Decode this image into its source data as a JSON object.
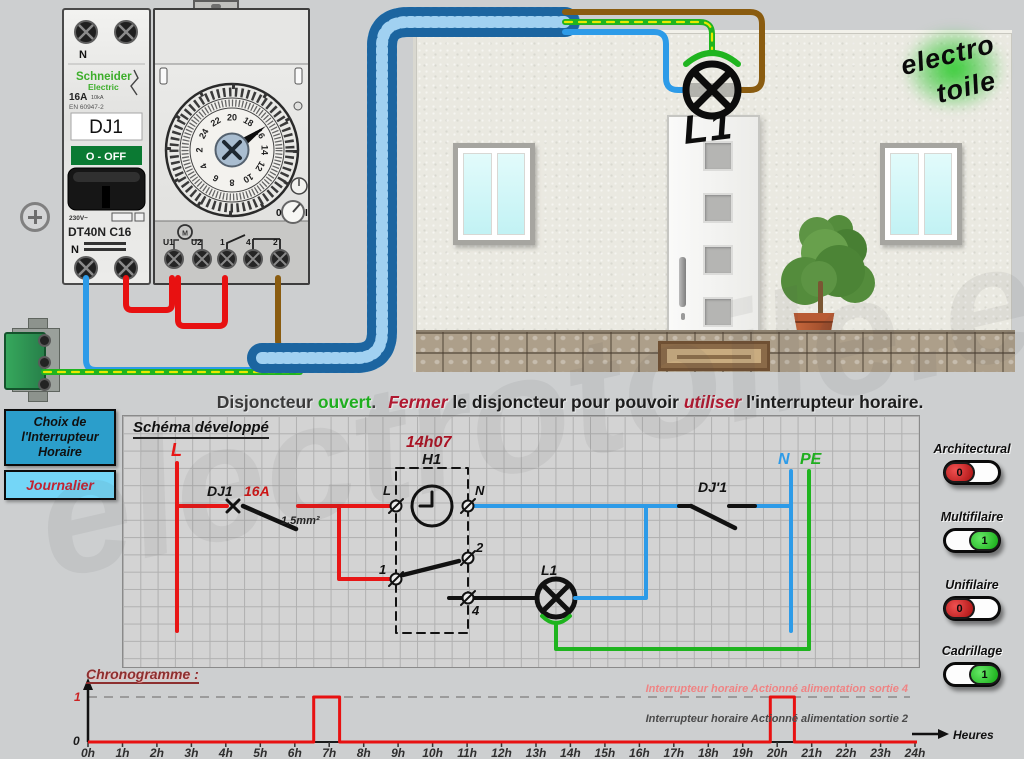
{
  "device_panel": {
    "breaker": {
      "terminal_label_top": "N",
      "brand_line1": "Schneider",
      "brand_line2": "Electric",
      "rating": "16A",
      "breaking_capacity": "10kA",
      "standard": "EN 60947-2",
      "name_label": "DJ1",
      "state_label": "O - OFF",
      "voltage": "230V~",
      "model": "DT40N C16",
      "terminal_label_bottom": "N"
    },
    "timer": {
      "dial_hours": [
        "2",
        "4",
        "6",
        "8",
        "10",
        "12",
        "14",
        "16",
        "18",
        "20",
        "22",
        "24"
      ],
      "motor_label": "M",
      "terminals": [
        "U1",
        "U2",
        "1",
        "4",
        "2"
      ],
      "selector_off": "0",
      "selector_on": "I"
    }
  },
  "house": {
    "lamp_label": "L1",
    "logo_line1": "electro",
    "logo_line2": "toile"
  },
  "status_message": {
    "segments": [
      {
        "text": "Disjoncteur "
      },
      {
        "text": "ouvert"
      },
      {
        "text": "."
      },
      {
        "text": "Fermer"
      },
      {
        "text": " le disjoncteur pour pouvoir "
      },
      {
        "text": "utiliser"
      },
      {
        "text": " l'interrupteur horaire."
      }
    ]
  },
  "left_panel": {
    "chooser_title": "Choix de l'Interrupteur Horaire",
    "mode_button": "Journalier"
  },
  "schema": {
    "title": "Schéma développé",
    "phase_label": "L",
    "breaker_label": "DJ1",
    "breaker_rating": "16A",
    "wire_section": "1,5mm²",
    "time_display": "14h07",
    "timer_label": "H1",
    "timer_terminal_l": "L",
    "timer_terminal_n": "N",
    "terminal_1": "1",
    "terminal_2": "2",
    "terminal_4": "4",
    "lamp_label": "L1",
    "breaker2_label": "DJ'1",
    "neutral_label": "N",
    "pe_label": "PE"
  },
  "view_toggles": [
    {
      "label": "Architectural",
      "value": "0",
      "on": false
    },
    {
      "label": "Multifilaire",
      "value": "1",
      "on": true
    },
    {
      "label": "Unifilaire",
      "value": "0",
      "on": false
    },
    {
      "label": "Cadrillage",
      "value": "1",
      "on": true
    }
  ],
  "chronogram": {
    "title": "Chronogramme :",
    "level_high": "1",
    "level_low": "0",
    "series4_label": "Interrupteur horaire Actionné alimentation sortie 4",
    "series2_label": "Interrupteur horaire Actionné alimentation sortie 2",
    "axis_label": "Heures",
    "hours": [
      "0h",
      "1h",
      "2h",
      "3h",
      "4h",
      "5h",
      "6h",
      "7h",
      "8h",
      "9h",
      "10h",
      "11h",
      "12h",
      "13h",
      "14h",
      "15h",
      "16h",
      "17h",
      "18h",
      "19h",
      "20h",
      "21h",
      "22h",
      "23h",
      "24h"
    ],
    "pulses": [
      {
        "start": 6.55,
        "end": 7.3
      },
      {
        "start": 19.8,
        "end": 20.5
      }
    ]
  },
  "watermark": "electrotoile.eu",
  "colors": {
    "accent_green": "#1fae1f",
    "accent_red": "#b01830",
    "wire_live": "#e81111",
    "wire_neutral": "#2d9be8",
    "wire_pe": "#1fb41f",
    "toggle_on": "#22cc22",
    "toggle_off": "#cc1111",
    "panel_blue": "#2b9ecb",
    "panel_light_blue": "#74d6f7"
  }
}
